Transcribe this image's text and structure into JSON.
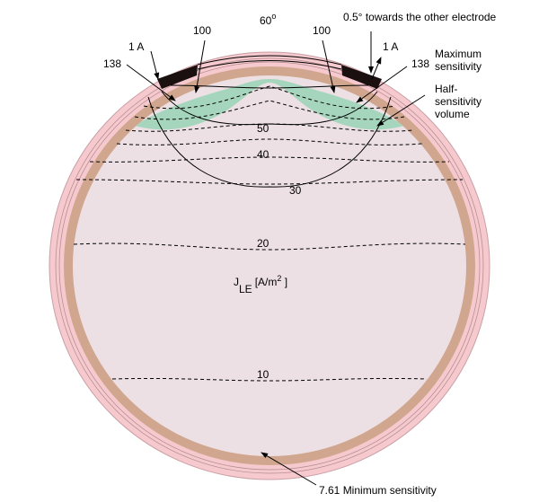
{
  "labels": {
    "angle": "60",
    "angle_unit": "o",
    "shift_note": "0.5° towards the other electrode",
    "current_left": "1 A",
    "current_right": "1 A",
    "value_100_left": "100",
    "value_100_right": "100",
    "value_138_left": "138",
    "value_138_right": "138",
    "max_sensitivity": [
      "Maximum",
      "sensitivity"
    ],
    "half_sensitivity": [
      "Half-",
      "sensitivity",
      "volume"
    ],
    "min_sensitivity": "7.61 Minimum sensitivity",
    "quantity_main": "J",
    "quantity_sub": "LE",
    "quantity_unit_pre": "[A/m",
    "quantity_unit_sup": "2",
    "quantity_unit_post": " ]"
  },
  "isolines": [
    "50",
    "40",
    "30",
    "20",
    "10"
  ],
  "colors": {
    "scalp": "#f5c9cd",
    "skull": "#d1a68e",
    "brain": "#ece0e4",
    "half_sensitivity": "#a5d6bd",
    "electrode": "#1a1010"
  }
}
